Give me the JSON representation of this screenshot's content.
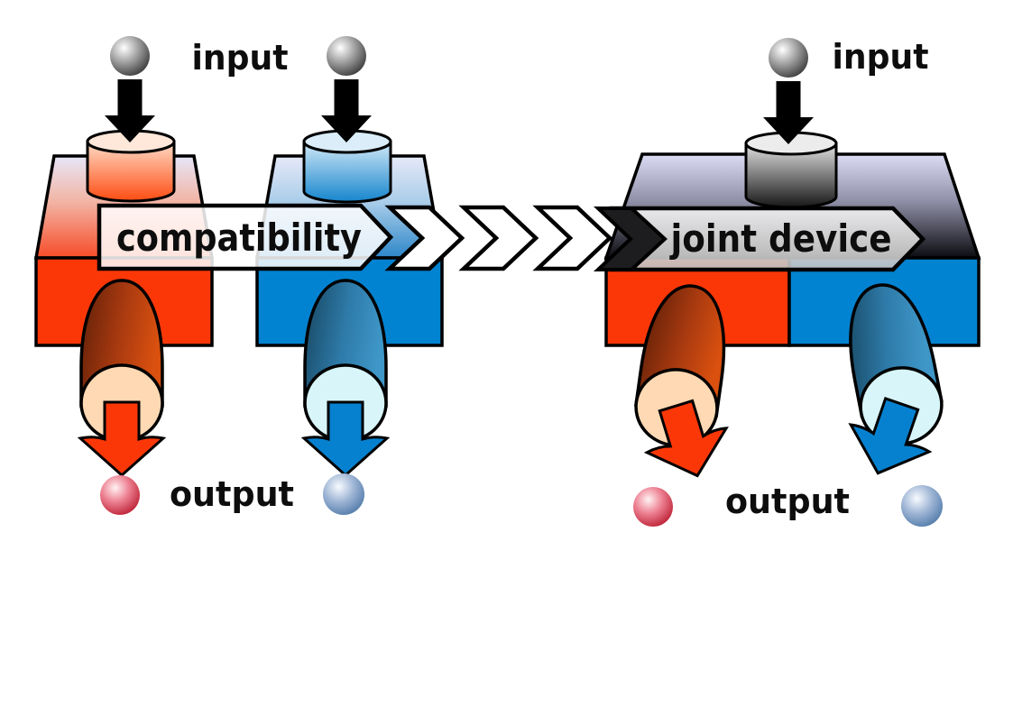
{
  "diagram": {
    "description": "compatibility-to-joint-device schematic"
  },
  "labels": {
    "input_left": "input",
    "input_right": "input",
    "output_left": "output",
    "output_right": "output"
  },
  "banners": {
    "compatibility": "compatibility",
    "joint_device": "joint device"
  },
  "colors": {
    "device_red": "#fb3708",
    "device_blue": "#0283d1",
    "top_face_highlight": "#e6e6f8",
    "joint_top_dark": "#0b0b10",
    "input_sphere_gray": "#3f3f3f",
    "output_sphere_red": "#bb1c30",
    "output_sphere_blue": "#4f79a8",
    "tube_red_dark": "#5f1f08",
    "tube_blue_dark": "#16455f",
    "tube_opening_red": "#ffd9b3",
    "tube_opening_blue": "#d8f6fa",
    "banner_white": "#ffffff",
    "banner_gray": "#c2c2c2",
    "outline_black": "#000000"
  }
}
